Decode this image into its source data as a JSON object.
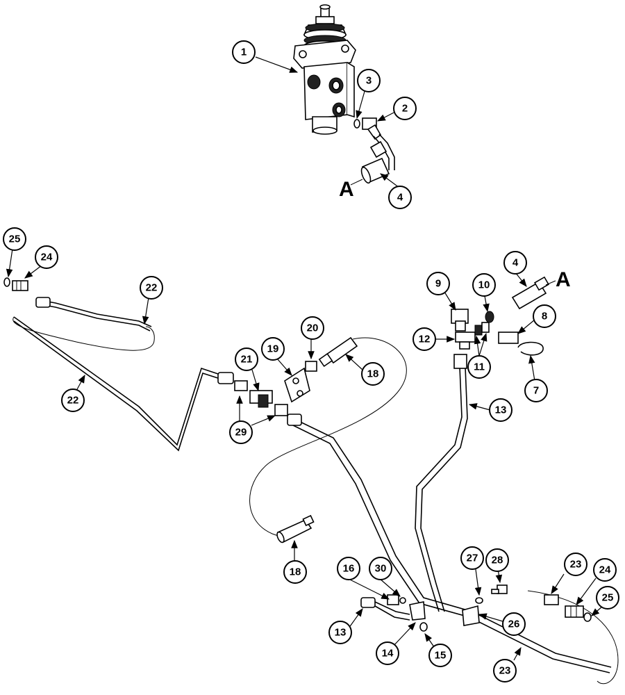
{
  "diagram": {
    "callouts": [
      "1",
      "2",
      "3",
      "4",
      "4",
      "7",
      "8",
      "9",
      "10",
      "11",
      "12",
      "13",
      "13",
      "14",
      "15",
      "16",
      "18",
      "18",
      "19",
      "20",
      "21",
      "22",
      "22",
      "23",
      "23",
      "24",
      "24",
      "25",
      "25",
      "26",
      "27",
      "28",
      "29",
      "30"
    ],
    "reference_letter": "A"
  }
}
